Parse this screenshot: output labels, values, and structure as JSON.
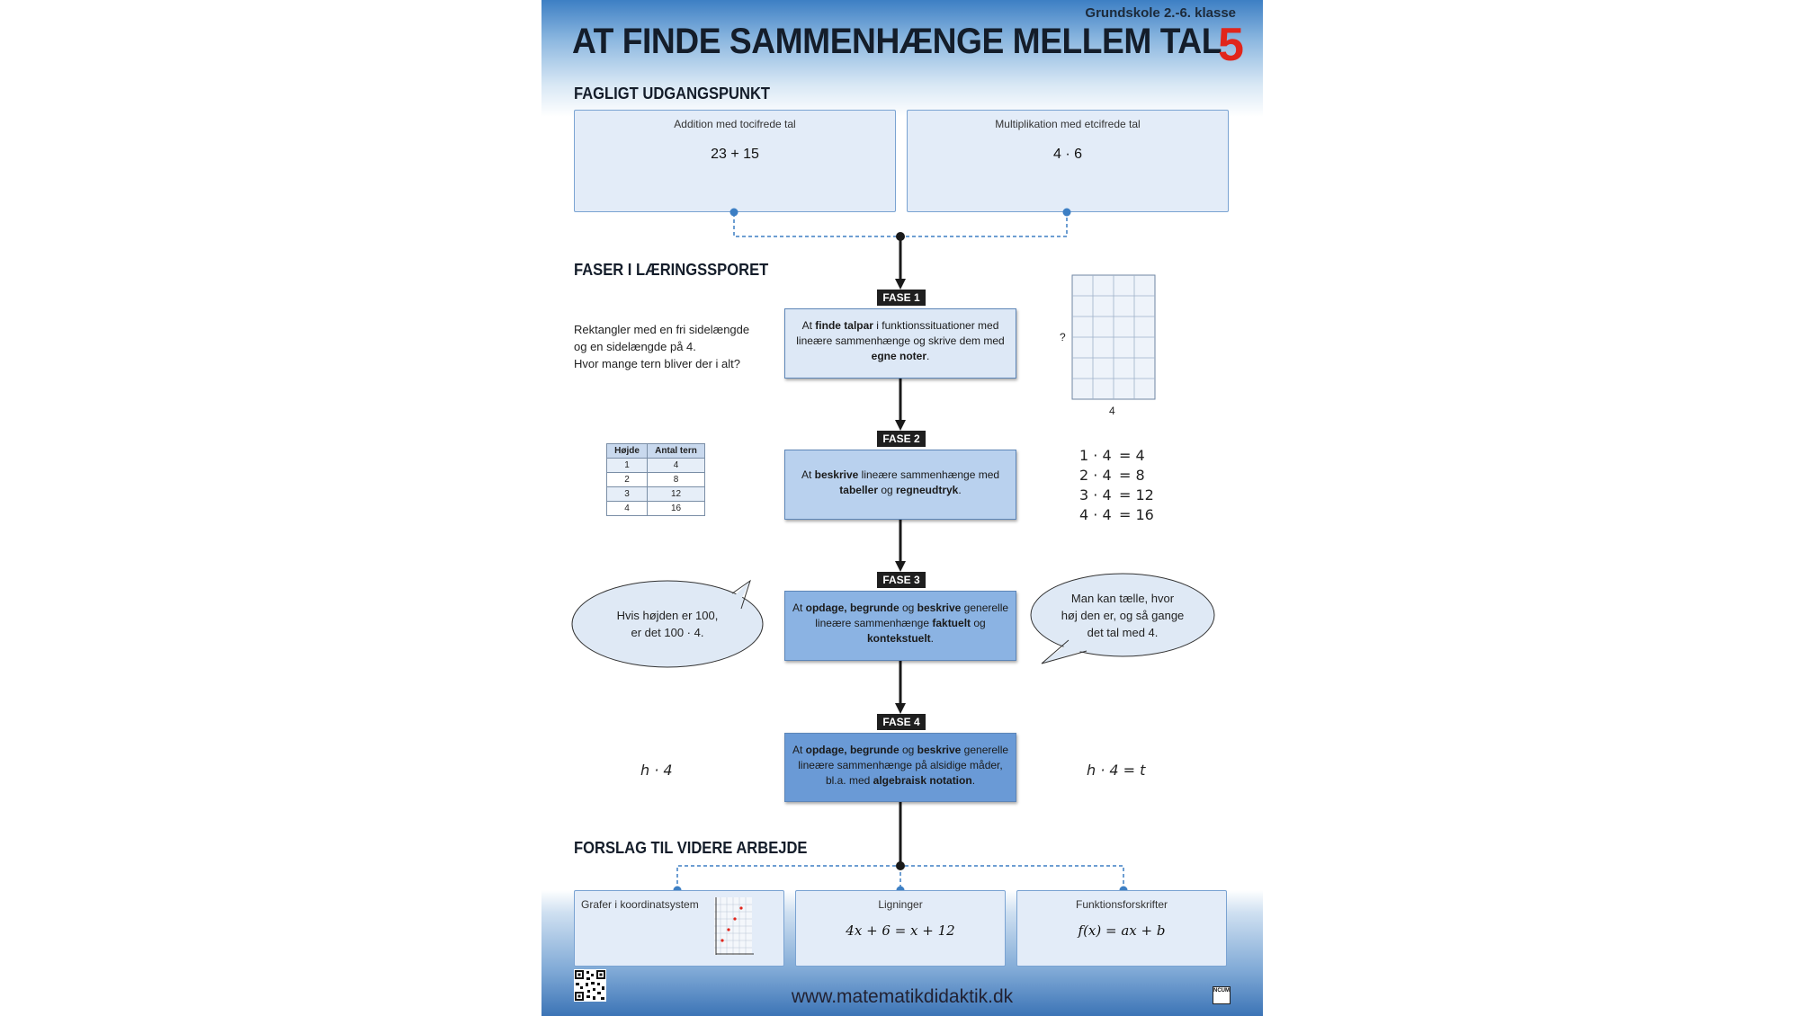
{
  "header": {
    "grade": "Grundskole 2.-6. klasse",
    "title": "AT FINDE SAMMENHÆNGE MELLEM TAL",
    "number": "5"
  },
  "starting_point": {
    "heading": "FAGLIGT UDGANGSPUNKT",
    "boxes": [
      {
        "label": "Addition med tocifrede tal",
        "expr": "23 + 15"
      },
      {
        "label": "Multiplikation med etcifrede tal",
        "expr": "4 · 6"
      }
    ]
  },
  "phases": {
    "heading": "FASER I LÆRINGSSPORET",
    "items": [
      {
        "tag": "FASE 1",
        "t1": "At ",
        "b1": "finde talpar",
        "t2": " i funktionssituationer med lineære sammenhænge og skrive dem med ",
        "b2": "egne noter",
        "t3": "."
      },
      {
        "tag": "FASE 2",
        "t1": "At ",
        "b1": "beskrive",
        "t2": " lineære sammenhænge med ",
        "b2": "tabeller",
        "t3": " og ",
        "b3": "regneudtryk",
        "t4": "."
      },
      {
        "tag": "FASE 3",
        "t1": "At ",
        "b1": "opdage, begrunde",
        "t2": " og ",
        "b2": "beskrive",
        "t3": " generelle lineære sammenhænge ",
        "b3": "faktuelt",
        "t4": " og ",
        "b4": "kontekstuelt",
        "t5": "."
      },
      {
        "tag": "FASE 4",
        "t1": "At ",
        "b1": "opdage, begrunde",
        "t2": " og ",
        "b2": "beskrive",
        "t3": " generelle lineære sammenhænge på alsidige måder, bl.a. med ",
        "b3": "algebraisk notation",
        "t4": "."
      }
    ]
  },
  "phase1_side": {
    "lines": [
      "Rektangler med en fri sidelængde",
      "og en sidelængde på 4.",
      "Hvor mange tern bliver der i alt?"
    ],
    "grid_question": "?",
    "grid_bottom": "4"
  },
  "phase2_side": {
    "table": {
      "headers": [
        "Højde",
        "Antal tern"
      ],
      "rows": [
        [
          "1",
          "4"
        ],
        [
          "2",
          "8"
        ],
        [
          "3",
          "12"
        ],
        [
          "4",
          "16"
        ]
      ]
    },
    "equations": [
      {
        "lhs": "1 · 4",
        "rhs": "= 4"
      },
      {
        "lhs": "2 · 4",
        "rhs": "= 8"
      },
      {
        "lhs": "3 · 4",
        "rhs": "= 12"
      },
      {
        "lhs": "4 · 4",
        "rhs": "= 16"
      }
    ]
  },
  "phase3_side": {
    "left_bubble": [
      "Hvis højden er 100,",
      "er det 100 · 4."
    ],
    "right_bubble": [
      "Man kan tælle, hvor",
      "høj den er, og så gange",
      "det tal med 4."
    ]
  },
  "phase4_side": {
    "left_expr": "h · 4",
    "right_expr": "h · 4 = t"
  },
  "further_work": {
    "heading": "FORSLAG TIL VIDERE ARBEJDE",
    "boxes": [
      {
        "label": "Grafer i koordinatsystem",
        "expr": ""
      },
      {
        "label": "Ligninger",
        "expr": "4x + 6 = x + 12"
      },
      {
        "label": "Funktionsforskrifter",
        "expr": "f(x) = ax + b"
      }
    ]
  },
  "footer": {
    "url": "www.matematikdidaktik.dk",
    "logo": "NCUM"
  },
  "colors": {
    "accent_red": "#e1251b",
    "dot_blue": "#3d7fc4",
    "fase1_fill": "#dde8f6",
    "fase2_fill": "#b9d1ee",
    "fase3_fill": "#8bb3e3",
    "fase4_fill": "#6a9ad6"
  }
}
